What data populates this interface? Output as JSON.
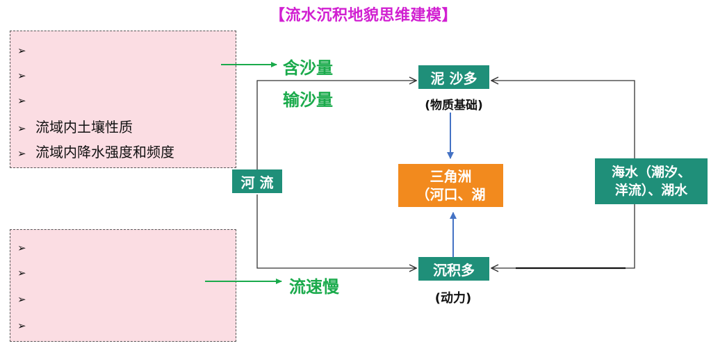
{
  "title": "【流水沉积地貌思维建模】",
  "top_box": {
    "items": [
      {
        "marker": "➢",
        "text": ""
      },
      {
        "marker": "➢",
        "text": ""
      },
      {
        "marker": "➢",
        "text": ""
      },
      {
        "marker": "➢",
        "text": "流域内土壤性质"
      },
      {
        "marker": "➢",
        "text": "流域内降水强度和频度"
      }
    ]
  },
  "bottom_box": {
    "items": [
      {
        "marker": "➢",
        "text": ""
      },
      {
        "marker": "➢",
        "text": ""
      },
      {
        "marker": "➢",
        "text": ""
      },
      {
        "marker": "➢",
        "text": ""
      }
    ]
  },
  "labels": {
    "sediment_content": "含沙量",
    "sediment_transport": "输沙量",
    "slow_flow": "流速慢"
  },
  "nodes": {
    "river": "河 流",
    "more_silt": "泥 沙多",
    "material_basis": "(物质基础)",
    "delta_line1": "三角洲",
    "delta_line2": "（河口、湖",
    "more_deposition": "沉积多",
    "power": "(动力)",
    "seawater_line1": "海水（潮汐、",
    "seawater_line2": "洋流）、湖水"
  },
  "colors": {
    "title": "#d11fd1",
    "green_label": "#1aaa4b",
    "teal_box": "#1f8f79",
    "orange_box": "#f28a1e",
    "pink_box": "#fbdde3",
    "blue_arrow": "#4472c4"
  }
}
